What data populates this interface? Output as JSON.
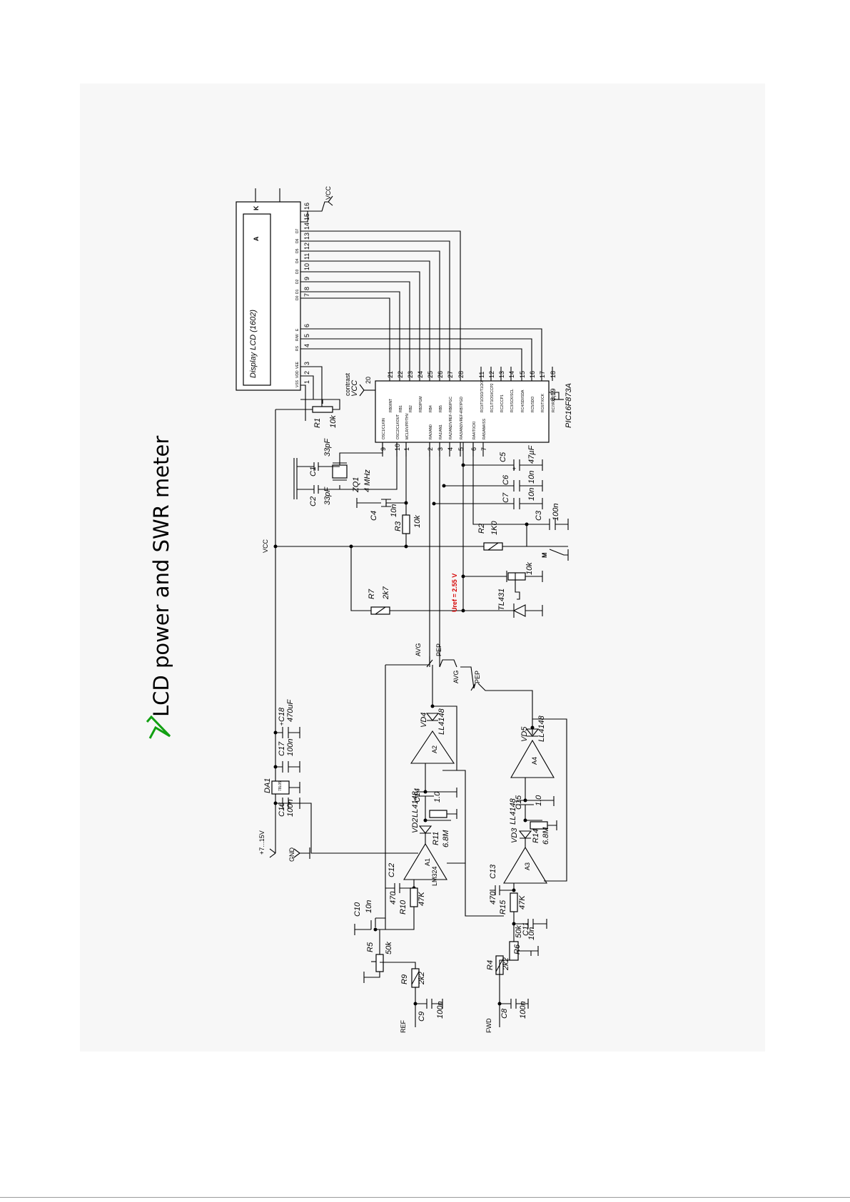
{
  "title": "LCD power and SWR meter",
  "title_icon": "checkmark-icon",
  "title_icon_color": "#12a012",
  "lcd": {
    "label": "Display LCD  (1602)",
    "k": "K",
    "a": "A",
    "pins": [
      "16",
      "15",
      "14",
      "13",
      "12",
      "11",
      "10",
      "9",
      "8",
      "7",
      "6",
      "5",
      "4",
      "3",
      "2",
      "1"
    ],
    "pin_names": [
      "D7",
      "D6",
      "D5",
      "D4",
      "D3",
      "D2",
      "D1",
      "D0",
      "E",
      "R/W",
      "RS",
      "VEE",
      "VDD",
      "VSS"
    ]
  },
  "mcu": {
    "label": "PIC16F873A",
    "right_pins": [
      "21",
      "22",
      "23",
      "24",
      "25",
      "26",
      "27",
      "28",
      "11",
      "12",
      "13",
      "14",
      "15",
      "16",
      "17",
      "18",
      "8,19"
    ],
    "right_names": [
      "RB0/INT",
      "RB1",
      "RB2",
      "RB3/PGM",
      "RB4",
      "RB5",
      "RB6/PGC",
      "RB7/PGD",
      "RC0/T1OSO/T1CKI",
      "RC1/T1OSI/CCP2",
      "RC2/CCP1",
      "RC3/SCK/SCL",
      "RC4/SDI/SDA",
      "RC5/SDO",
      "RC6/TX/CK",
      "RC7/RX/DT"
    ],
    "left_pins": [
      "9",
      "10",
      "1",
      "2",
      "3",
      "4",
      "5",
      "6",
      "7"
    ],
    "left_names": [
      "OSC1/CLKIN",
      "OSC2/CLKOUT",
      "MCLR/VPP/THV",
      "RA0/AN0",
      "RA1/AN1",
      "RA2/AN2/VREF-",
      "RA3/AN3/VREF+",
      "RA4/T0CKI",
      "RA5/AN4/SS"
    ],
    "vdd_pin": "20"
  },
  "labels": {
    "vcc": "VCC",
    "contrast": "contrast",
    "r1": "R1",
    "r1v": "10k",
    "c1": "C1",
    "c1v": "33pF",
    "c2": "C2",
    "c2v": "33pF",
    "zq1": "ZQ1",
    "zq1v": "4 MHz",
    "c4": "C4",
    "c4v": "10n",
    "r3": "R3",
    "r3v": "10k",
    "c5": "C5",
    "c5v": "47µF",
    "c6": "C6",
    "c6v": "10n",
    "c7": "C7",
    "c7v": "10n",
    "c3": "C3",
    "c3v": "100n",
    "r2": "R2",
    "r2v": "1K0",
    "m": "M",
    "uref": "Uref = 2.55 V",
    "pot": "10k",
    "tl431": "TL431",
    "r7": "R7",
    "r7v": "2k7",
    "avg": "AVG",
    "pep": "PEP",
    "vd4": "VD4",
    "vd4v": "LL4148",
    "a2": "A2",
    "vd5": "VD5",
    "vd5v": "LL4148",
    "a4": "A4",
    "c14": "C14",
    "c14v": "1.0",
    "c15": "C15",
    "c15v": "1.0",
    "vd2": "VD2",
    "vd2v": "LL4148",
    "r11": "R11",
    "r11v": "6.8M",
    "vd3": "VD3",
    "vd3v": "LL4148",
    "r14": "R14",
    "r14v": "6.8M",
    "a1": "A1",
    "a3": "A3",
    "lm324": "LM324",
    "c12": "C12",
    "c12v": "470",
    "r10": "R10",
    "r10v": "47K",
    "c13": "C13",
    "c13v": "470",
    "r15": "R15",
    "r15v": "47K",
    "c10": "C10",
    "c10v": "10n",
    "c11": "C11",
    "c11v": "10n",
    "r5": "R5",
    "r5v": "50k",
    "r6": "R6",
    "r6v": "50k",
    "r9": "R9",
    "r9v": "2k2",
    "r4": "R4",
    "r4v": "2k2",
    "c9": "C9",
    "c9v": "100n",
    "c8": "C8",
    "c8v": "100n",
    "ref": "REF",
    "fwd": "FWD",
    "c18": "C18",
    "c18v": "470uF",
    "c17": "C17",
    "c17v": "100n",
    "c16": "C16",
    "c16v": "100n",
    "da1": "DA1",
    "da1v": "78L05",
    "vin": "+7...15V",
    "gnd": "GND",
    "plus": "+"
  }
}
